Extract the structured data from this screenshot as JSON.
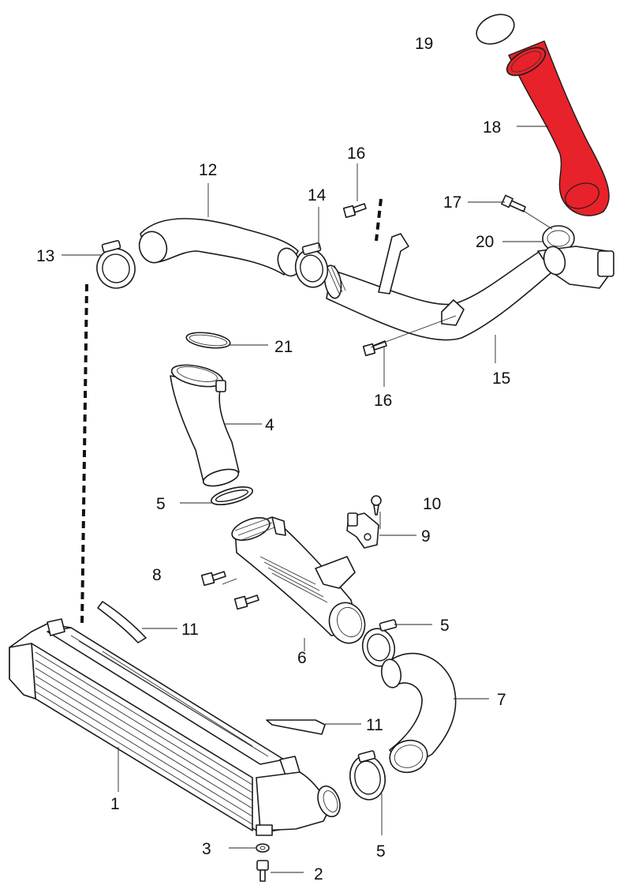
{
  "diagram": {
    "highlight_color": "#e8222a",
    "callouts": {
      "c1": "1",
      "c2": "2",
      "c3": "3",
      "c4": "4",
      "c5a": "5",
      "c5b": "5",
      "c5c": "5",
      "c6": "6",
      "c7": "7",
      "c8": "8",
      "c9": "9",
      "c10": "10",
      "c11a": "11",
      "c11b": "11",
      "c12": "12",
      "c13": "13",
      "c14": "14",
      "c15": "15",
      "c16a": "16",
      "c16b": "16",
      "c17": "17",
      "c18": "18",
      "c19": "19",
      "c20": "20",
      "c21": "21"
    }
  }
}
